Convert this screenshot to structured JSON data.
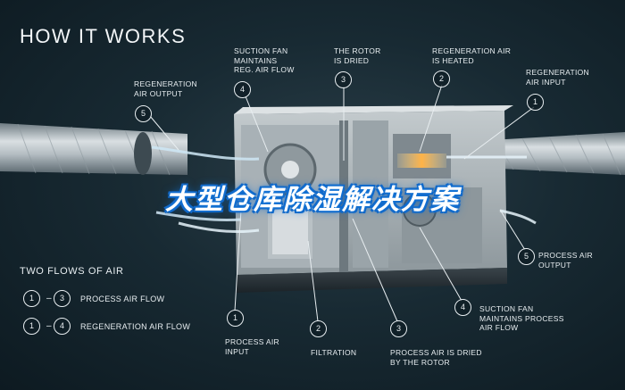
{
  "heading": "HOW IT WORKS",
  "banner": "大型仓库除湿解决方案",
  "callouts_top": [
    {
      "id": "regen-air-output-top",
      "num": "5",
      "text": "REGENERATION\nAIR OUTPUT"
    },
    {
      "id": "suction-fan-regen",
      "num": "4",
      "text": "SUCTION FAN\nMAINTAINS\nREG. AIR FLOW"
    },
    {
      "id": "rotor-dried",
      "num": "3",
      "text": "THE ROTOR\nIS DRIED"
    },
    {
      "id": "regen-air-heated",
      "num": "2",
      "text": "REGENERATION AIR\nIS HEATED"
    },
    {
      "id": "regen-air-input",
      "num": "1",
      "text": "REGENERATION\nAIR INPUT"
    }
  ],
  "callouts_bottom": [
    {
      "id": "process-air-input",
      "num": "1",
      "text": "PROCESS AIR\nINPUT"
    },
    {
      "id": "filtration",
      "num": "2",
      "text": "FILTRATION"
    },
    {
      "id": "process-air-dried",
      "num": "3",
      "text": "PROCESS AIR IS DRIED\nBY THE ROTOR"
    },
    {
      "id": "suction-fan-process",
      "num": "4",
      "text": "SUCTION FAN\nMAINTAINS PROCESS\nAIR FLOW"
    },
    {
      "id": "process-air-output",
      "num": "5",
      "text": "PROCESS AIR\nOUTPUT"
    }
  ],
  "legend": {
    "title": "TWO FLOWS OF AIR",
    "rows": [
      {
        "from": "1",
        "to": "3",
        "label": "PROCESS AIR FLOW"
      },
      {
        "from": "1",
        "to": "4",
        "label": "REGENERATION AIR FLOW"
      }
    ]
  },
  "colors": {
    "accent": "#1a7fe0",
    "text": "#e8eef1",
    "background": "#182a33"
  }
}
